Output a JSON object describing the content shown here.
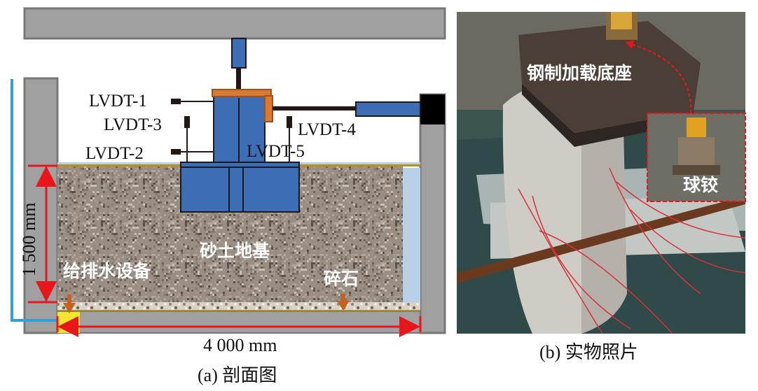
{
  "section_a": {
    "caption": "(a) 剖面图",
    "lvdt_labels": [
      "LVDT-1",
      "LVDT-3",
      "LVDT-2",
      "LVDT-4",
      "LVDT-5"
    ],
    "height_dim": "1 500 mm",
    "width_dim": "4 000 mm",
    "soil_label": "砂土地基",
    "water_label": "给排水设备",
    "gravel_label": "碎石"
  },
  "section_b": {
    "caption": "(b) 实物照片",
    "steel_base_label": "钢制加载底座",
    "hinge_label": "球铰"
  },
  "colors": {
    "frame": "#a0a0a0",
    "foundation": "#3d6db5",
    "cap": "#d97a30",
    "dimension": "#e8161b",
    "pipe": "#2aa3dd",
    "water_side": "#b8d0e8",
    "sand": "#9a8e84"
  }
}
